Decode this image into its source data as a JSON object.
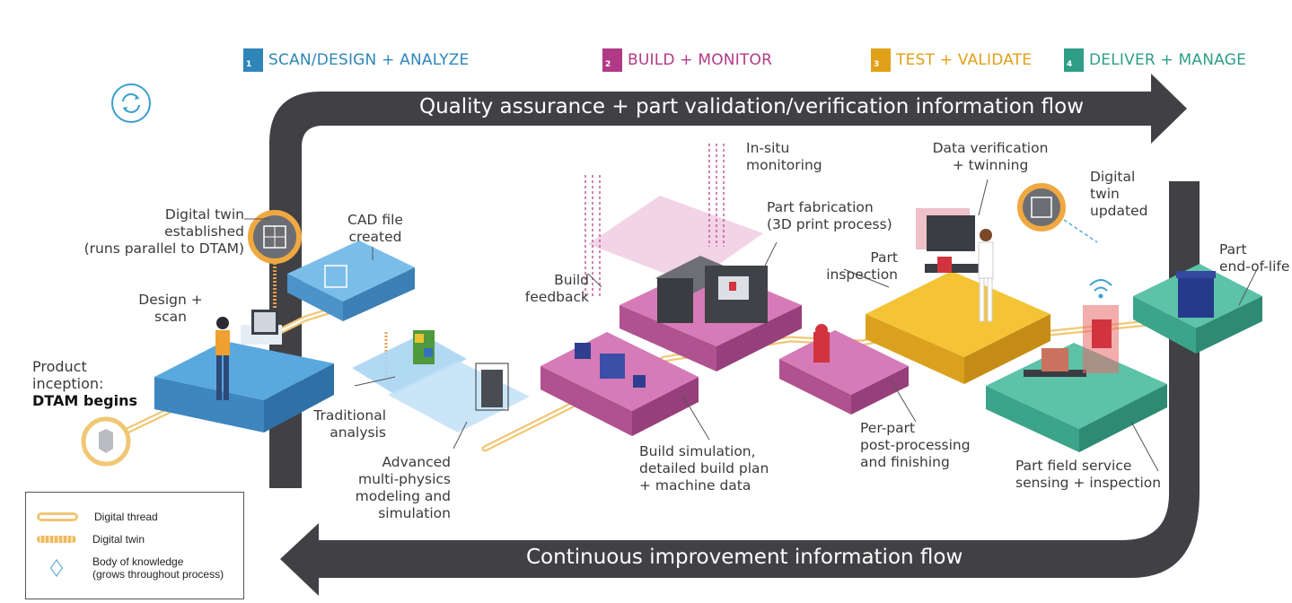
{
  "phases": [
    {
      "label": "SCAN/DESIGN + ANALYZE",
      "num": "1",
      "color": "#2e86b8"
    },
    {
      "label": "BUILD + MONITOR",
      "num": "2",
      "color": "#b03a86"
    },
    {
      "label": "TEST + VALIDATE",
      "num": "3",
      "color": "#e0a018"
    },
    {
      "label": "DELIVER + MANAGE",
      "num": "4",
      "color": "#2f9e86"
    }
  ],
  "flows": {
    "top": "Quality assurance + part validation/verification information flow",
    "bottom": "Continuous improvement information flow"
  },
  "labels": {
    "product_inception_1": "Product",
    "product_inception_2": "inception:",
    "product_inception_3": "DTAM begins",
    "design_scan_1": "Design +",
    "design_scan_2": "scan",
    "digital_twin_est_1": "Digital twin",
    "digital_twin_est_2": "established",
    "digital_twin_est_3": "(runs parallel to DTAM)",
    "cad_1": "CAD file",
    "cad_2": "created",
    "trad_1": "Traditional",
    "trad_2": "analysis",
    "adv_1": "Advanced",
    "adv_2": "multi-physics",
    "adv_3": "modeling and",
    "adv_4": "simulation",
    "build_feedback_1": "Build",
    "build_feedback_2": "feedback",
    "insitu_1": "In-situ",
    "insitu_2": "monitoring",
    "part_fab_1": "Part fabrication",
    "part_fab_2": "(3D print process)",
    "build_sim_1": "Build simulation,",
    "build_sim_2": "detailed build plan",
    "build_sim_3": "+ machine data",
    "per_part_1": "Per-part",
    "per_part_2": "post-processing",
    "per_part_3": "and finishing",
    "data_ver_1": "Data verification",
    "data_ver_2": "+ twinning",
    "part_insp_1": "Part",
    "part_insp_2": "inspection",
    "dt_updated_1": "Digital",
    "dt_updated_2": "twin",
    "dt_updated_3": "updated",
    "eol_1": "Part",
    "eol_2": "end-of-life",
    "field_1": "Part field service",
    "field_2": "sensing + inspection"
  },
  "legend": {
    "digital_thread": "Digital thread",
    "digital_twin": "Digital twin",
    "body_1": "Body of knowledge",
    "body_2": "(grows throughout process)"
  }
}
